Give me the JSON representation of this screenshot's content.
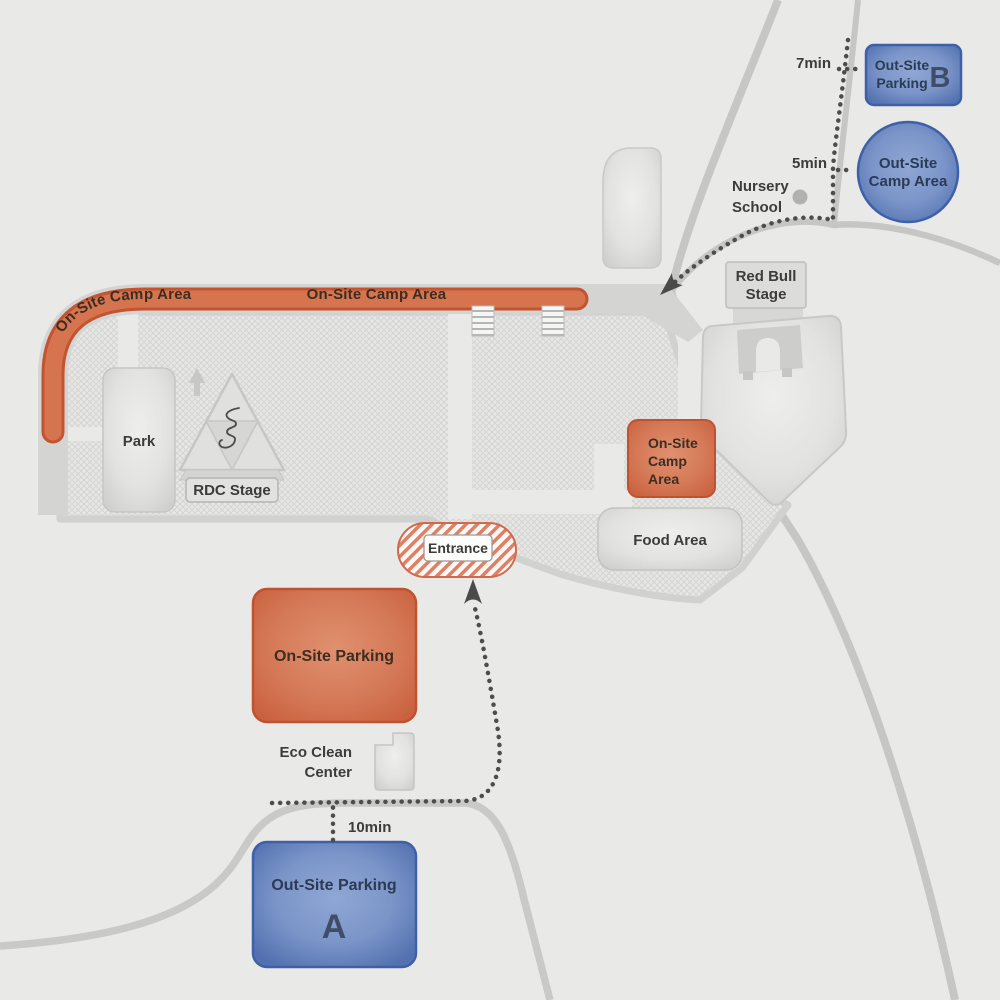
{
  "map": {
    "title_hint": "festival venue access map",
    "band": {
      "label_curve": "On-Site Camp Area",
      "label_flat": "On-Site Camp Area"
    },
    "park_label": "Park",
    "rdc_stage_label": "RDC Stage",
    "red_bull_stage": {
      "line1": "Red Bull",
      "line2": "Stage"
    },
    "onsite_camp_box": {
      "line1": "On-Site",
      "line2": "Camp",
      "line3": "Area"
    },
    "food_area_label": "Food Area",
    "entrance_label": "Entrance",
    "onsite_parking_label": "On-Site Parking",
    "eco_clean_center": {
      "line1": "Eco Clean",
      "line2": "Center"
    },
    "nursery_school": {
      "line1": "Nursery",
      "line2": "School"
    },
    "walk_times": {
      "to_parking_a": "10min",
      "to_parking_b": "7min",
      "to_camp_circle": "5min"
    },
    "outsite_parking_a": {
      "name": "Out-Site Parking",
      "letter": "A"
    },
    "outsite_parking_b": {
      "line1": "Out-Site",
      "line2": "Parking",
      "letter": "B"
    },
    "outsite_camp_circle": {
      "line1": "Out-Site",
      "line2": "Camp Area"
    }
  },
  "colors": {
    "background": "#e9e9e8",
    "road": "#c6c6c5",
    "venue_hatch": "#d8d8d7",
    "accent_orange": "#cd6342",
    "accent_orange_border": "#bf5330",
    "accent_blue": "#7b95c9",
    "accent_blue_border": "#3e60a8",
    "gray_building": "#dcdcdb",
    "dotted_path": "#4d4d4d",
    "text_dark": "#3d3c3b"
  }
}
